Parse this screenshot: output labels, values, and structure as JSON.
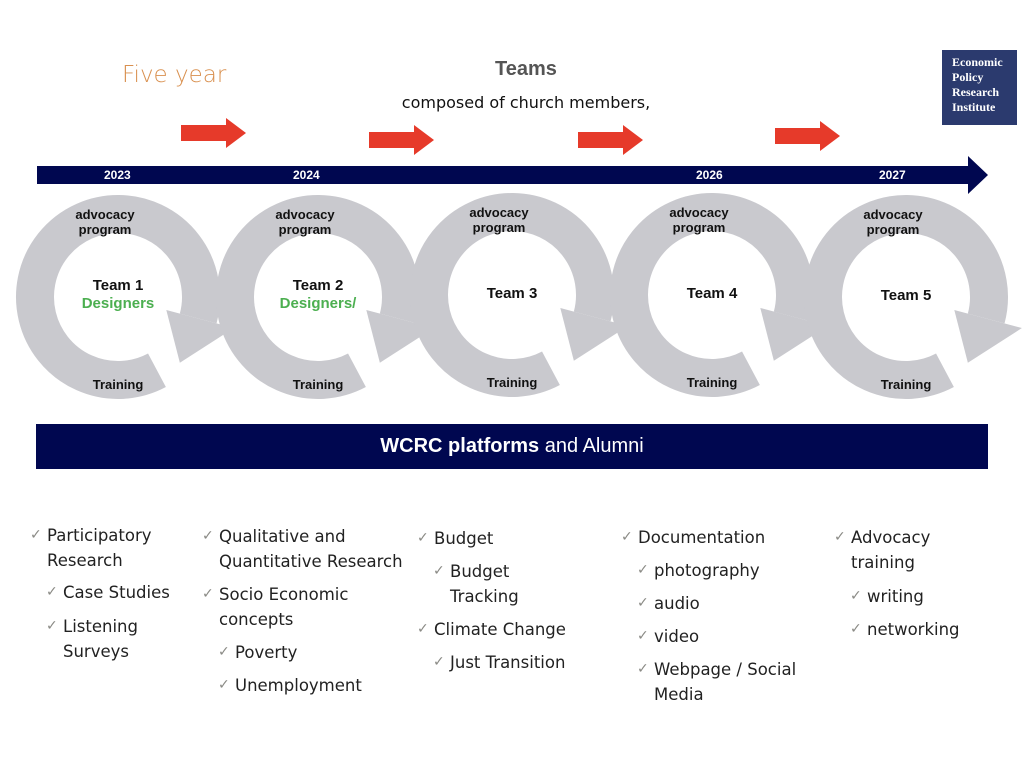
{
  "header": {
    "left_title": "Five year",
    "title": "Teams",
    "subtitle": "composed of church members,"
  },
  "logo": {
    "lines": [
      "Economic",
      "Policy",
      "Research",
      "Institute"
    ]
  },
  "timeline": {
    "years": [
      "2023",
      "2024",
      "2026",
      "2027"
    ]
  },
  "cycles": [
    {
      "top": "advocacy program",
      "team": "Team 1",
      "role": "Designers",
      "bottom": "Training"
    },
    {
      "top": "advocacy program",
      "team": "Team 2",
      "role": "Designers/",
      "bottom": "Training"
    },
    {
      "top": "advocacy program",
      "team": "Team 3",
      "role": "",
      "bottom": "Training"
    },
    {
      "top": "advocacy program",
      "team": "Team 4",
      "role": "",
      "bottom": "Training"
    },
    {
      "top": "advocacy program",
      "team": "Team 5",
      "role": "",
      "bottom": "Training"
    }
  ],
  "band": {
    "bold": "WCRC platforms",
    "rest": " and Alumni"
  },
  "lists": [
    [
      "Participatory Research",
      "Case Studies",
      "Listening Surveys"
    ],
    [
      "Qualitative and Quantitative Research",
      "Socio Economic concepts",
      "Poverty",
      "Unemployment"
    ],
    [
      "Budget",
      "Budget Tracking",
      "Climate Change",
      "Just Transition"
    ],
    [
      "Documentation",
      "photography",
      "audio",
      "video",
      "Webpage / Social Media"
    ],
    [
      "Advocacy training",
      "writing",
      "networking"
    ]
  ],
  "colors": {
    "navy": "#000750",
    "red": "#e63a2a",
    "ring": "#c9c9ce",
    "green": "#4caf50",
    "orange": "#d9904f"
  },
  "check_glyph": "✓"
}
